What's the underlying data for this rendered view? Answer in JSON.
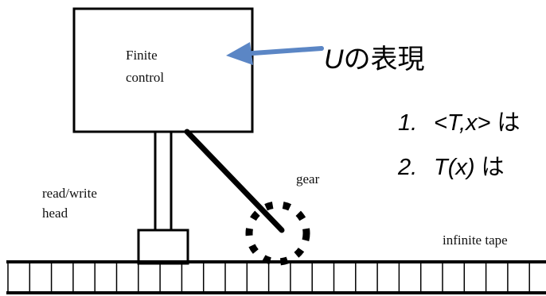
{
  "control_box": {
    "line1": "Finite",
    "line2": "control"
  },
  "arrow_label": {
    "u": "U",
    "rest": "の表現"
  },
  "labels": {
    "head_line1": "read/write",
    "head_line2": "head",
    "gear": "gear",
    "tape": "infinite tape"
  },
  "list": [
    {
      "num": "1.",
      "text_italic": "<T,x>",
      "text_rest": " は"
    },
    {
      "num": "2.",
      "text_italic": "T(x)",
      "text_rest": " は"
    }
  ],
  "colors": {
    "arrow": "#5b86c5",
    "stroke": "#000000"
  }
}
